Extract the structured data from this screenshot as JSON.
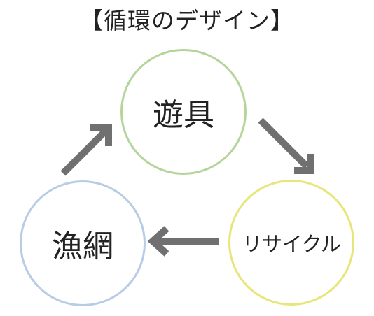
{
  "title": "【循環のデザイン】",
  "nodes": {
    "top": {
      "label": "遊具",
      "border_color": "#b5d49a"
    },
    "right": {
      "label": "リサイクル",
      "border_color": "#e6e67a"
    },
    "left": {
      "label": "漁網",
      "border_color": "#b8cce4"
    }
  },
  "arrow_color": "#707070"
}
